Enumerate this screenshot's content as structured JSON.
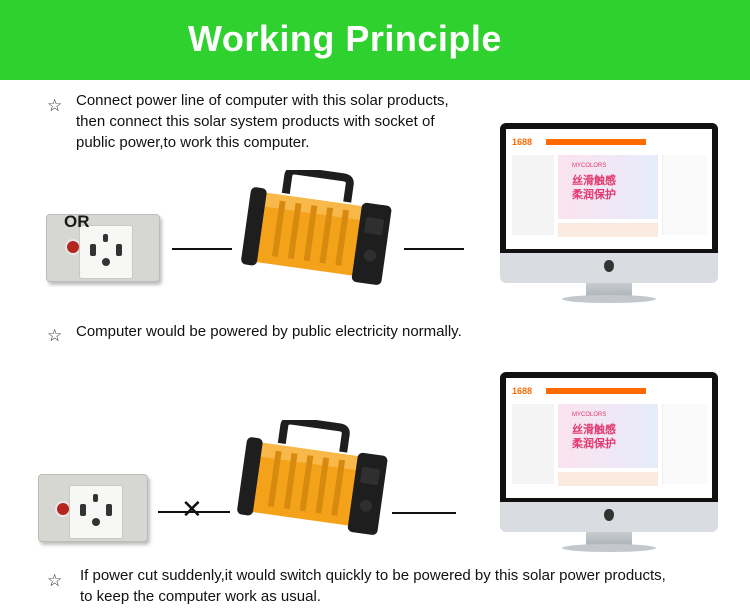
{
  "banner": {
    "title": "Working Principle",
    "color": "#2fd12f"
  },
  "star_glyph": "☆",
  "section1": {
    "note_lines": [
      "Connect power line of computer with this solar products,",
      "then connect this solar system products with socket of",
      "public power,to work this computer."
    ],
    "or_label": "OR",
    "caption": "Computer would be powered by public electricity normally."
  },
  "section2": {
    "caption_lines": [
      "If power cut suddenly,it would switch quickly to be powered by this solar power products,",
      "to keep the computer work as usual."
    ],
    "cut_symbol": "✕"
  },
  "screen": {
    "logo": "1688",
    "hero_line1": "丝滑触感",
    "hero_line2": "柔润保护",
    "hero_brand": "MYCOLORS"
  },
  "icons": {
    "star": "star-icon",
    "socket": "wall-socket-icon",
    "bank": "solar-power-bank-icon",
    "monitor": "desktop-computer-icon"
  },
  "colors": {
    "bank_body": "#f5a21b",
    "bank_cap": "#1e1e1e",
    "site_accent": "#ff6a00"
  }
}
